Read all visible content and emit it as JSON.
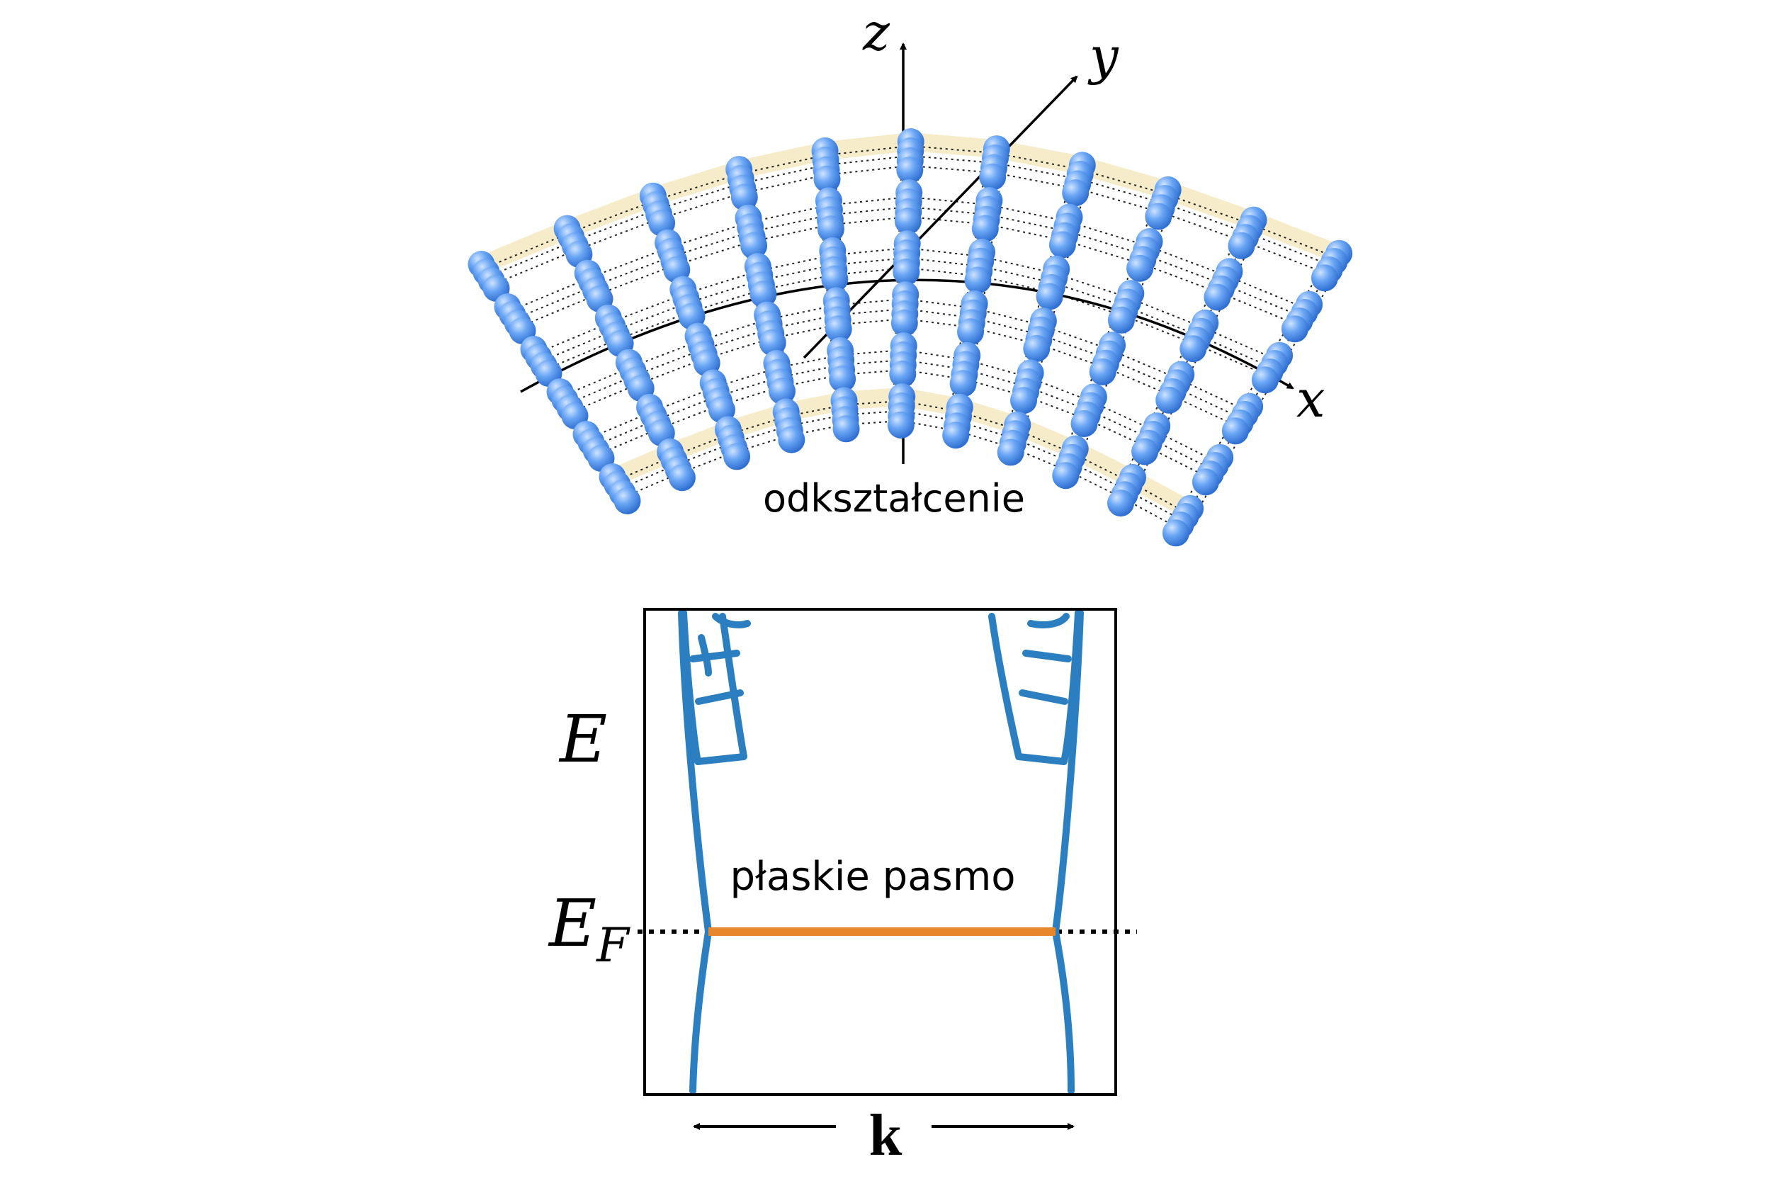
{
  "lattice": {
    "axis_x": "x",
    "axis_y": "y",
    "axis_z": "z",
    "caption": "odkształcenie",
    "atom_color": "#5b9cf0",
    "band_highlight_color": "#f7ecc9"
  },
  "band_plot": {
    "energy_label": "E",
    "fermi_label": "E",
    "fermi_subscript": "F",
    "momentum_label": "k",
    "flat_band_label": "płaskie pasmo",
    "band_color": "#2b7fc0",
    "flat_band_color": "#e8862b"
  }
}
